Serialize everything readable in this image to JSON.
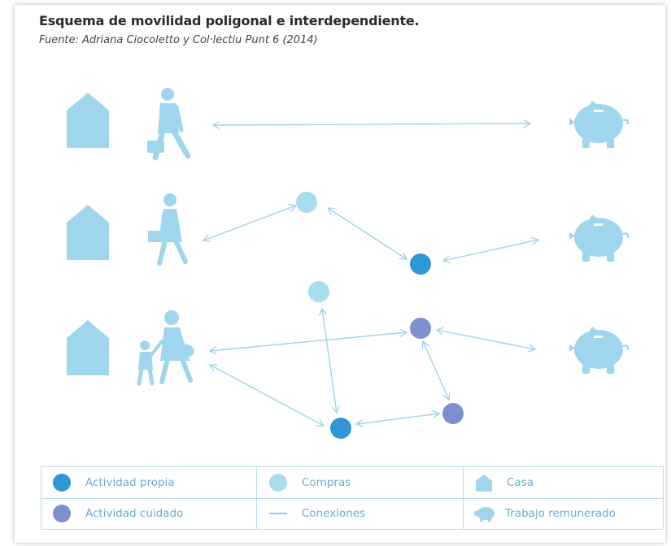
{
  "title": "Esquema de movilidad poligonal e interdependiente.",
  "subtitle": "Fuente: Adriana Ciocoletto y Col·lectiu Punt 6 (2014)",
  "colors": {
    "light_blue": "#a9dcef",
    "shape_blue": "#9fd6ee",
    "arrow": "#9fd3ea",
    "activity_own": "#2f97d3",
    "shopping": "#a9dcef",
    "care_activity": "#7d8fce",
    "legend_text": "#6aaed0",
    "legend_border": "#b9dced"
  },
  "icons": {
    "house": "house-icon",
    "walking_man": "walking-man-icon",
    "walking_woman": "walking-woman-icon",
    "woman_with_child": "woman-with-child-icon",
    "piggy_bank": "piggy-bank-icon"
  },
  "rows": [
    {
      "traveller": "walking-man",
      "nodes": []
    },
    {
      "traveller": "walking-woman",
      "nodes": [
        "compras",
        "actividad-propia"
      ]
    },
    {
      "traveller": "woman-with-child",
      "nodes": [
        "compras",
        "actividad-cuidado",
        "actividad-propia",
        "actividad-cuidado"
      ]
    }
  ],
  "legend": {
    "actividad_propia": "Actividad propia",
    "compras": "Compras",
    "casa": "Casa",
    "actividad_cuidado": "Actividad cuidado",
    "conexiones": "Conexiones",
    "trabajo_remunerado": "Trabajo remunerado"
  }
}
